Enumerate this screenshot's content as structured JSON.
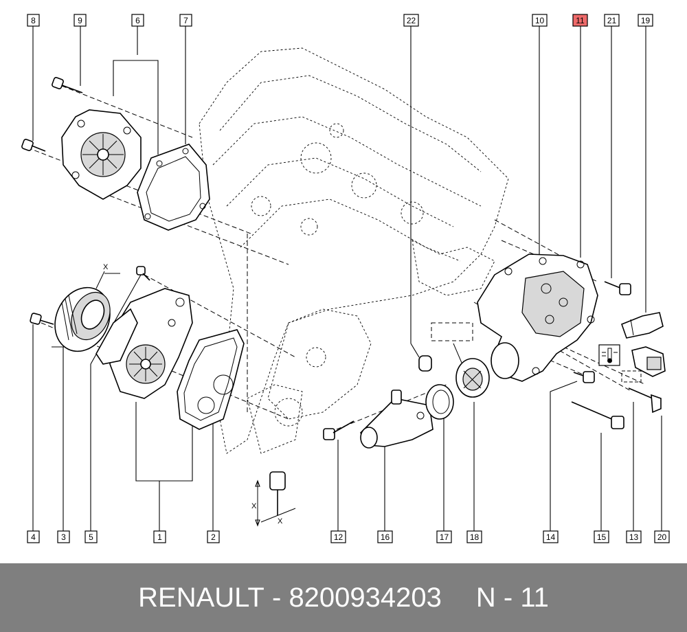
{
  "footer": {
    "brand": "RENAULT",
    "separator": "-",
    "part_number": "8200934203",
    "ref_label": "N - 11"
  },
  "callouts": [
    "8",
    "9",
    "6",
    "7",
    "22",
    "10",
    "11",
    "21",
    "19",
    "4",
    "3",
    "5",
    "1",
    "2",
    "12",
    "16",
    "17",
    "18",
    "14",
    "15",
    "13",
    "20"
  ],
  "highlight_callout": "11",
  "dimension_label": "X",
  "highlight_color": "#ee6a6a",
  "footer_color": "#7f7f7f"
}
